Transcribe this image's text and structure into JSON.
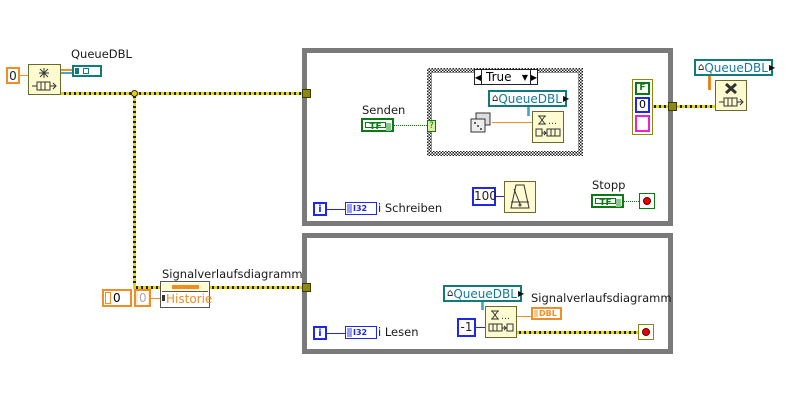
{
  "diagram": {
    "title": "LabVIEW block diagram: queue producer/consumer",
    "colors": {
      "error_wire": "#e8d600",
      "loop_border": "#7a7a7a",
      "numeric_orange": "#f08d24",
      "integer_blue": "#1f28e6",
      "boolean_green": "#0b7a14",
      "refnum_teal": "#137a7a"
    },
    "left": {
      "queue_size_constant": "0",
      "obtain_queue_icon": "obtain-queue-icon",
      "queue_ref_label": "QueueDBL",
      "chart_label": "Signalverlaufsdiagramm",
      "history_control_value": "0",
      "history_constant": "0",
      "chart_property": "Historie"
    },
    "write_loop": {
      "case_selector": "True",
      "case_input": "?",
      "senden_label": "Senden",
      "senden_tf": "TF",
      "queue_ref": "QueueDBL",
      "random_icon": "dice-icon",
      "enqueue_icon": "enqueue-element-icon",
      "wait_ms": "100",
      "stopp_label": "Stopp",
      "stopp_tf": "TF",
      "iteration": "i",
      "i32_label": "I32",
      "indicator_label": "i Schreiben"
    },
    "right": {
      "cluster_bool": "F",
      "cluster_num": "0",
      "queue_ref": "QueueDBL",
      "release_icon": "release-queue-icon"
    },
    "read_loop": {
      "queue_ref": "QueueDBL",
      "chart_label": "Signalverlaufsdiagramm",
      "dbl_label": "DBL",
      "timeout": "-1",
      "iteration": "i",
      "i32_label": "I32",
      "indicator_label": "i Lesen",
      "dequeue_icon": "dequeue-element-icon"
    }
  }
}
